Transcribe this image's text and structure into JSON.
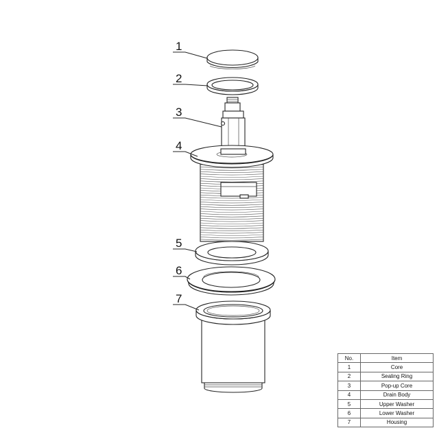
{
  "callouts": [
    "1",
    "2",
    "3",
    "4",
    "5",
    "6",
    "7"
  ],
  "table": {
    "headers": [
      "No.",
      "Item"
    ],
    "rows": [
      [
        "1",
        "Core"
      ],
      [
        "2",
        "Sealing Ring"
      ],
      [
        "3",
        "Pop-up Core"
      ],
      [
        "4",
        "Drain Body"
      ],
      [
        "5",
        "Upper Washer"
      ],
      [
        "6",
        "Lower Washer"
      ],
      [
        "7",
        "Housing"
      ]
    ]
  }
}
